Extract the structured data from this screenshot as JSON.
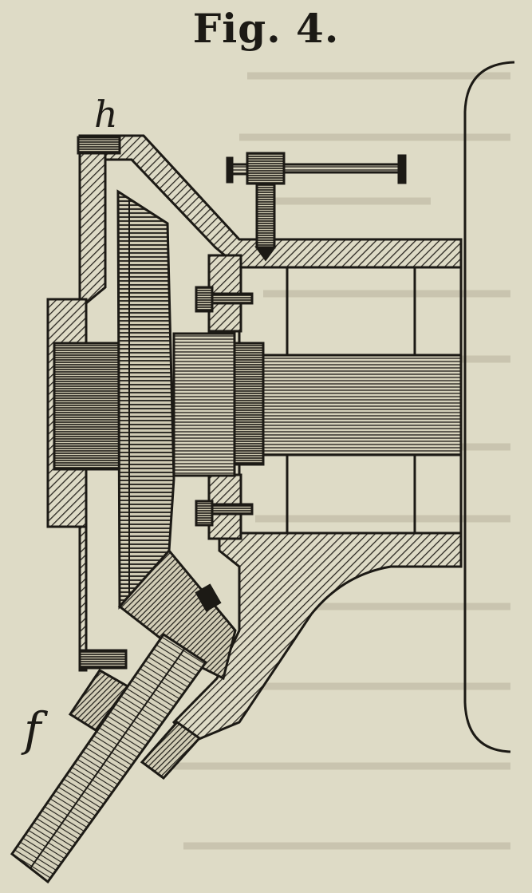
{
  "figure": {
    "title": "Fig. 4.",
    "labels": {
      "h": "h",
      "f": "f"
    },
    "colors": {
      "paper": "#dedbc6",
      "ink": "#1c1a15",
      "hatch": "#2a2721",
      "show_through": "#b8b29d"
    }
  }
}
